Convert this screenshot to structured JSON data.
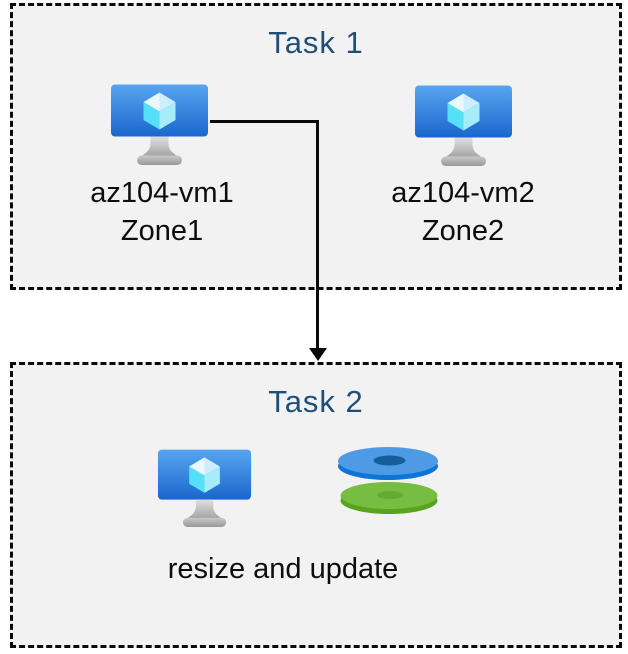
{
  "colors": {
    "page_background": "#ffffff",
    "box_background": "#f2f2f2",
    "box_border": "#0a0a0a",
    "title_text": "#1f4e79",
    "label_text": "#0d0d0d",
    "arrow": "#0a0a0a",
    "vm_screen_top": "#57a5f0",
    "vm_screen_bottom": "#1a67cd",
    "vm_cube_left_face": "#55e0f7",
    "vm_cube_right_face": "#a6ecfb",
    "disk_blue_top": "#4f9ae5",
    "disk_blue_rim": "#0e74d6",
    "disk_blue_hole": "#155d9c",
    "disk_green_top": "#77bd41",
    "disk_green_rim": "#58a41f",
    "disk_green_hole": "#65ab31"
  },
  "task1": {
    "title": "Task 1",
    "vm1": {
      "name": "az104-vm1",
      "zone": "Zone1"
    },
    "vm2": {
      "name": "az104-vm2",
      "zone": "Zone2"
    }
  },
  "task2": {
    "title": "Task 2",
    "caption": "resize and update"
  },
  "icons": {
    "vm": "azure-virtual-machine-icon",
    "disks": "azure-managed-disks-icon",
    "arrow": "elbow-arrow-down"
  }
}
